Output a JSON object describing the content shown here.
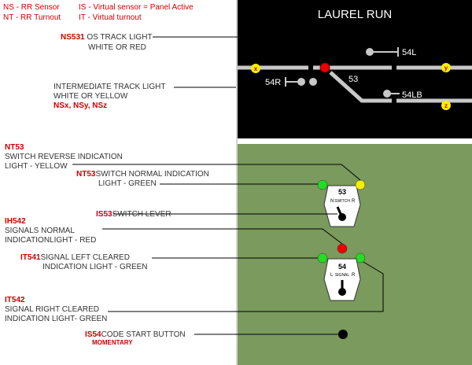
{
  "legend": {
    "ns": "NS - RR Sensor",
    "nt": "NT - RR Turnout",
    "is": "IS - Virtual sensor = Panel Active",
    "it": "IT - Virtual turnout"
  },
  "panel": {
    "title": "LAUREL RUN",
    "labels": {
      "l54L": "54L",
      "l54R": "54R",
      "l53": "53",
      "l54LB": "54LB",
      "x": "x",
      "y": "y",
      "z": "z"
    },
    "switch_plate": {
      "number": "53",
      "text": "SWITCH",
      "n": "N",
      "r": "R"
    },
    "signal_plate": {
      "number": "54",
      "text": "SIGNAL",
      "l": "L",
      "r": "R"
    }
  },
  "annotations": {
    "ns531": {
      "code": "NS531",
      "line1": "OS TRACK LIGHT",
      "line2": "WHITE OR  RED"
    },
    "intermediate": {
      "line1": "INTERMEDIATE TRACK LIGHT",
      "line2": "WHITE OR YELLOW",
      "codes": "NSx, NSy, NSz"
    },
    "nt53_rev": {
      "code": "NT53",
      "line1": "SWITCH REVERSE INDICATION",
      "line2": "LIGHT - YELLOW"
    },
    "nt53_norm": {
      "code": "NT53",
      "line1": "SWITCH NORMAL INDICATION",
      "line2": "LIGHT - GREEN"
    },
    "is53": {
      "code": "IS53",
      "line1": "SWITCH LEVER"
    },
    "ih542": {
      "code": "IH542",
      "line1": "SIGNALS NORMAL",
      "line2": "INDICATIONLIGHT - RED"
    },
    "it541": {
      "code": "IT541",
      "line1": "SIGNAL LEFT CLEARED",
      "line2": "INDICATION LIGHT - GREEN"
    },
    "it542": {
      "code": "IT542",
      "line1": "SIGNAL RIGHT CLEARED",
      "line2": "INDICATION LIGHT- GREEN"
    },
    "is54": {
      "code": "IS54",
      "line1": "CODE START BUTTON",
      "line2": "MOMENTARY"
    }
  },
  "colors": {
    "panel": "#000000",
    "board": "#7a9a5e",
    "track": "#c8c8c8",
    "red": "#ee0000",
    "green": "#22dd22",
    "yellow": "#f5f000"
  }
}
